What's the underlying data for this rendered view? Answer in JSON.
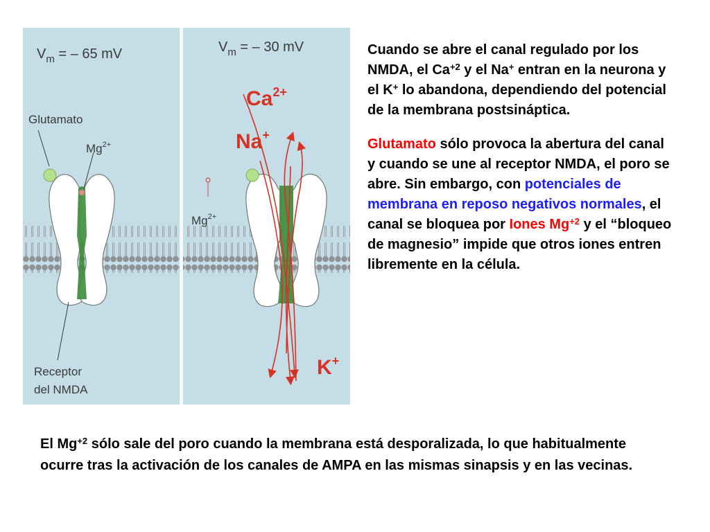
{
  "figure": {
    "left_voltage": {
      "prefix": "V",
      "sub": "m",
      "value": " = – 65 mV"
    },
    "right_voltage": {
      "prefix": "V",
      "sub": "m",
      "value": " = – 30 mV"
    },
    "label_glutamato": "Glutamato",
    "label_mg_left": {
      "base": "Mg",
      "sup": "2+"
    },
    "label_mg_right": {
      "base": "Mg",
      "sup": "2+"
    },
    "label_receptor_line1": "Receptor",
    "label_receptor_line2": "del NMDA",
    "ion_ca": {
      "base": "Ca",
      "sup": "2+"
    },
    "ion_na": {
      "base": "Na",
      "sup": "+"
    },
    "ion_k": {
      "base": "K",
      "sup": "+"
    },
    "colors": {
      "background": "#c4dde6",
      "membrane": "#8e9295",
      "channel_fill": "#ffffff",
      "pore": "#3f8c3c",
      "glutamate": "#b4e08c",
      "ion_arrows": "#d63325",
      "label_text": "#3a3a3a"
    }
  },
  "paragraph1": {
    "t1": "Cuando se abre el canal regulado por los NMDA, el Ca",
    "sup1": "+2",
    "t2": " y el Na",
    "sup2": "+",
    "t3": " entran en la neurona y el K",
    "sup3": "+",
    "t4": " lo abandona, dependiendo del  potencial de la membrana postsináptica."
  },
  "paragraph2": {
    "red1": "Glutamato",
    "t1": " sólo provoca la abertura del canal y cuando se une al receptor NMDA, el poro se abre. Sin embargo, con ",
    "blue1": "potenciales de membrana en reposo negativos normales",
    "t2": ", el canal se bloquea por ",
    "red2": "Iones Mg",
    "red2_sup": "+2",
    "t3": " y el “bloqueo de magnesio” impide que otros iones entren libremente en la célula."
  },
  "bottom": {
    "t1": "El Mg",
    "sup1": "+2",
    "t2": " sólo sale del poro cuando la membrana está desporalizada, lo que habitualmente ocurre tras la activación de los canales de AMPA en las mismas sinapsis y en las vecinas."
  }
}
